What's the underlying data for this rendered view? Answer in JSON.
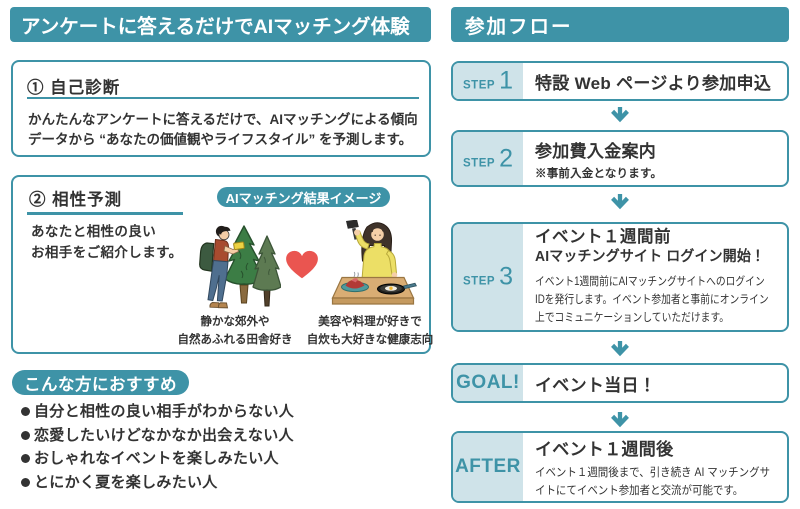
{
  "colors": {
    "teal": "#3e93a7",
    "teal_light": "#cfe3e9",
    "text_dark": "#333333",
    "heart_red": "#ea5550",
    "background": "#ffffff"
  },
  "left": {
    "header": "アンケートに答えるだけでAIマッチング体験",
    "self_diagnosis": {
      "title": "① 自己診断",
      "body_lines": [
        "かんたんなアンケートに答えるだけで、AIマッチングによる傾向",
        "データから “あなたの価値観やライフスタイル” を予測します。"
      ]
    },
    "compatibility": {
      "title": "② 相性予測",
      "badge": "AIマッチング結果イメージ",
      "intro_lines": [
        "あなたと相性の良い",
        "お相手をご紹介します。"
      ],
      "left_caption_lines": [
        "静かな郊外や",
        "自然あふれる田舎好き"
      ],
      "right_caption_lines": [
        "美容や料理が好きで",
        "自炊も大好きな健康志向"
      ]
    },
    "recommend": {
      "header": "こんな方におすすめ",
      "items": [
        "自分と相性の良い相手がわからない人",
        "恋愛したいけどなかなか出会えない人",
        "おしゃれなイベントを楽しみたい人",
        "とにかく夏を楽しみたい人"
      ]
    }
  },
  "right": {
    "header": "参加フロー",
    "step1": {
      "label": "STEP",
      "number": "1",
      "title": "特設 Web ページより参加申込"
    },
    "step2": {
      "label": "STEP",
      "number": "2",
      "title": "参加費入金案内",
      "note": "※事前入金となります。"
    },
    "step3": {
      "label": "STEP",
      "number": "3",
      "title_line1": "イベント１週間前",
      "title_line2": "AIマッチングサイト ログイン開始！",
      "desc_lines": [
        "イベント1週間前にAIマッチングサイトへのログイン",
        "IDを発行します。イベント参加者と事前にオンライン",
        "上でコミュニケーションしていただけます。"
      ]
    },
    "goal": {
      "label": "GOAL!",
      "title": "イベント当日！"
    },
    "after": {
      "label": "AFTER",
      "title": "イベント１週間後",
      "desc_lines": [
        "イベント１週間後まで、引き続き AI マッチングサ",
        "イトにてイベント参加者と交流が可能です。"
      ]
    }
  }
}
